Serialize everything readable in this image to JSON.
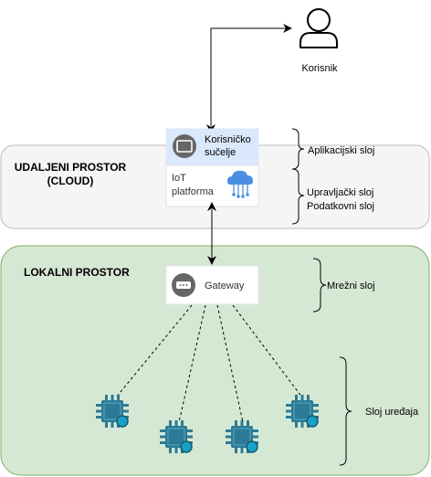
{
  "user": {
    "label": "Korisnik",
    "icon": "user-icon"
  },
  "cloud": {
    "title_line1": "UDALJENI PROSTOR",
    "title_line2": "(CLOUD)",
    "fill": "#f5f5f5",
    "stroke": "#666666"
  },
  "ui_box": {
    "line1": "Korisničko",
    "line2": "sučelje",
    "icon": "monitor-icon",
    "fill": "#dae8fc"
  },
  "iot_box": {
    "line1": "IoT",
    "line2": "platforma",
    "icon": "cloud-network-icon",
    "icon_color": "#4a90e2"
  },
  "local": {
    "title": "LOKALNI PROSTOR",
    "fill": "#d5e8d4",
    "stroke": "#82b366"
  },
  "gateway": {
    "label": "Gateway",
    "icon": "gateway-icon"
  },
  "layers": {
    "application": "Aplikacijski sloj",
    "control": "Upravljački sloj",
    "data": "Podatkovni sloj",
    "network": "Mrežni sloj",
    "device": "Sloj uređaja"
  },
  "devices": {
    "icon": "chip-icon",
    "color": "#2c7a96",
    "dot_color": "#1aa0c8"
  }
}
